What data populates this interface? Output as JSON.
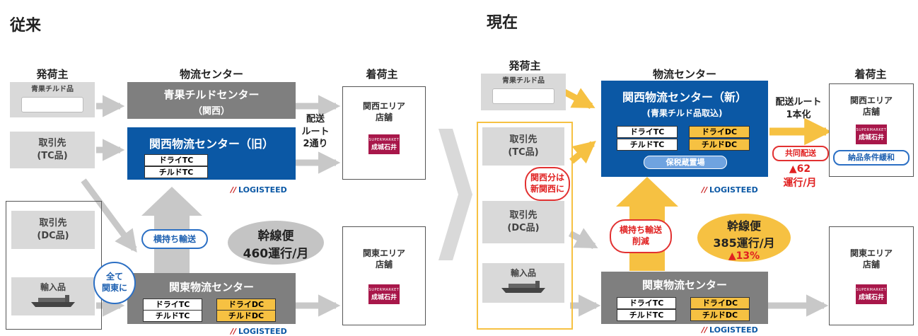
{
  "before": {
    "title": "従来",
    "headers": {
      "shipper": "発荷主",
      "center": "物流センター",
      "receiver": "着荷主"
    },
    "shippers": {
      "chilled": "青果チルド品",
      "tc": "取引先\n(TC品)",
      "dc": "取引先\n(DC品)",
      "import": "輸入品"
    },
    "centers": {
      "chilled": {
        "name": "青果チルドセンター",
        "sub": "（関西）"
      },
      "kansai_old": {
        "name": "関西物流センター（旧）",
        "tags": [
          "ドライTC",
          "チルドTC"
        ]
      },
      "kanto": {
        "name": "関東物流センター",
        "tags_white": [
          "ドライTC",
          "チルドTC"
        ],
        "tags_yellow": [
          "ドライDC",
          "チルドDC"
        ]
      }
    },
    "delivery_route_note": "配送\nルート\n2通り",
    "horizontal_transport": "横持ち輸送",
    "all_kanto": "全て\n関東に",
    "trunk": {
      "label": "幹線便",
      "value": "460運行/月"
    },
    "stores": {
      "kansai": "関西エリア\n店舗",
      "kanto": "関東エリア\n店舗"
    }
  },
  "after": {
    "title": "現在",
    "headers": {
      "shipper": "発荷主",
      "center": "物流センター",
      "receiver": "着荷主"
    },
    "shippers": {
      "chilled": "青果チルド品",
      "tc": "取引先\n(TC品)",
      "dc": "取引先\n(DC品)",
      "import": "輸入品"
    },
    "centers": {
      "kansai_new": {
        "name": "関西物流センター（新）",
        "sub": "(青果チルド品取込)",
        "tags_white": [
          "ドライTC",
          "チルドTC"
        ],
        "tags_yellow": [
          "ドライDC",
          "チルドDC"
        ],
        "bonded": "保税蔵置場"
      },
      "kanto": {
        "name": "関東物流センター",
        "tags_white": [
          "ドライTC",
          "チルドTC"
        ],
        "tags_yellow": [
          "ドライDC",
          "チルドDC"
        ]
      }
    },
    "kansai_note": "関西分は\n新関西に",
    "route_unified": "配送ルート\n1本化",
    "joint_delivery": "共同配送",
    "reduction": "▲62\n運行/月",
    "delivery_terms": "納品条件緩和",
    "horizontal_reduced": "横持ち輸送\n削減",
    "trunk": {
      "label": "幹線便",
      "value": "385運行/月",
      "change": "▲13%"
    },
    "stores": {
      "kansai": "関西エリア\n店舗",
      "kanto": "関東エリア\n店舗"
    }
  },
  "logo_text": "LOGISTEED",
  "store_brand": {
    "small": "SUPERMARKET",
    "name": "成城石井"
  },
  "colors": {
    "blue": "#0b58a5",
    "gray": "#7f7f7f",
    "yellow": "#f6c142",
    "red": "#e02020",
    "brand": "#a8174a"
  }
}
